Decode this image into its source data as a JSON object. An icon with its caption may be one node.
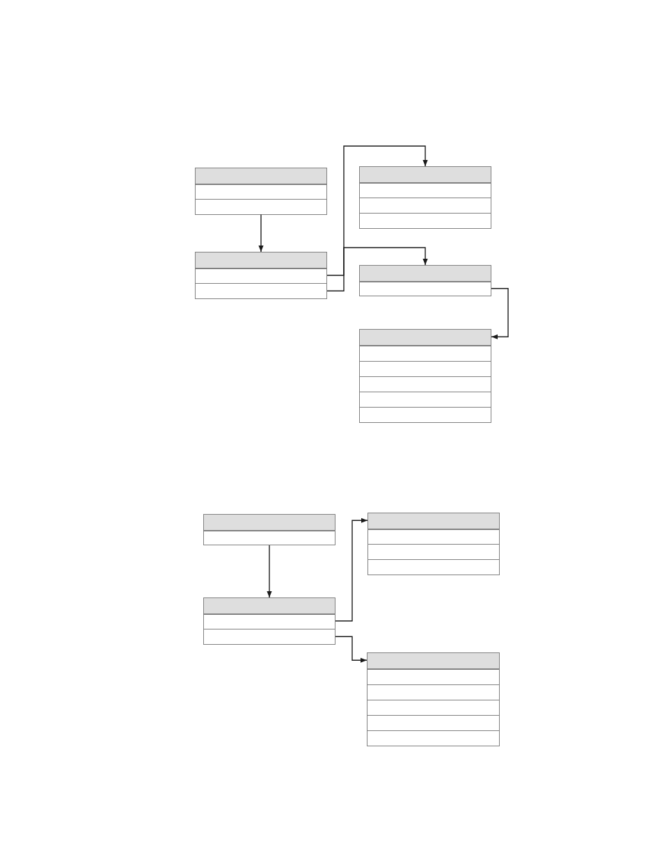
{
  "diagram": {
    "nodes": [
      {
        "text": [],
        "shape": "table"
      },
      {
        "text": [],
        "shape": "table"
      },
      {
        "text": [],
        "shape": "table"
      },
      {
        "text": [],
        "shape": "table"
      },
      {
        "text": [],
        "shape": "table"
      },
      {
        "text": [],
        "shape": "table"
      },
      {
        "text": [],
        "shape": "table"
      },
      {
        "text": [],
        "shape": "table"
      },
      {
        "text": [],
        "shape": "table"
      }
    ],
    "edges": [
      {
        "from": 0,
        "to": 2,
        "arrow": "to"
      },
      {
        "from": 2,
        "to": 1,
        "arrow": "to"
      },
      {
        "from": 2,
        "to": 3,
        "arrow": "to"
      },
      {
        "from": 3,
        "to": 4,
        "arrow": "to"
      },
      {
        "from": 5,
        "to": 7,
        "arrow": "to"
      },
      {
        "from": 7,
        "to": 6,
        "arrow": "to"
      },
      {
        "from": 7,
        "to": 8,
        "arrow": "to"
      }
    ]
  }
}
